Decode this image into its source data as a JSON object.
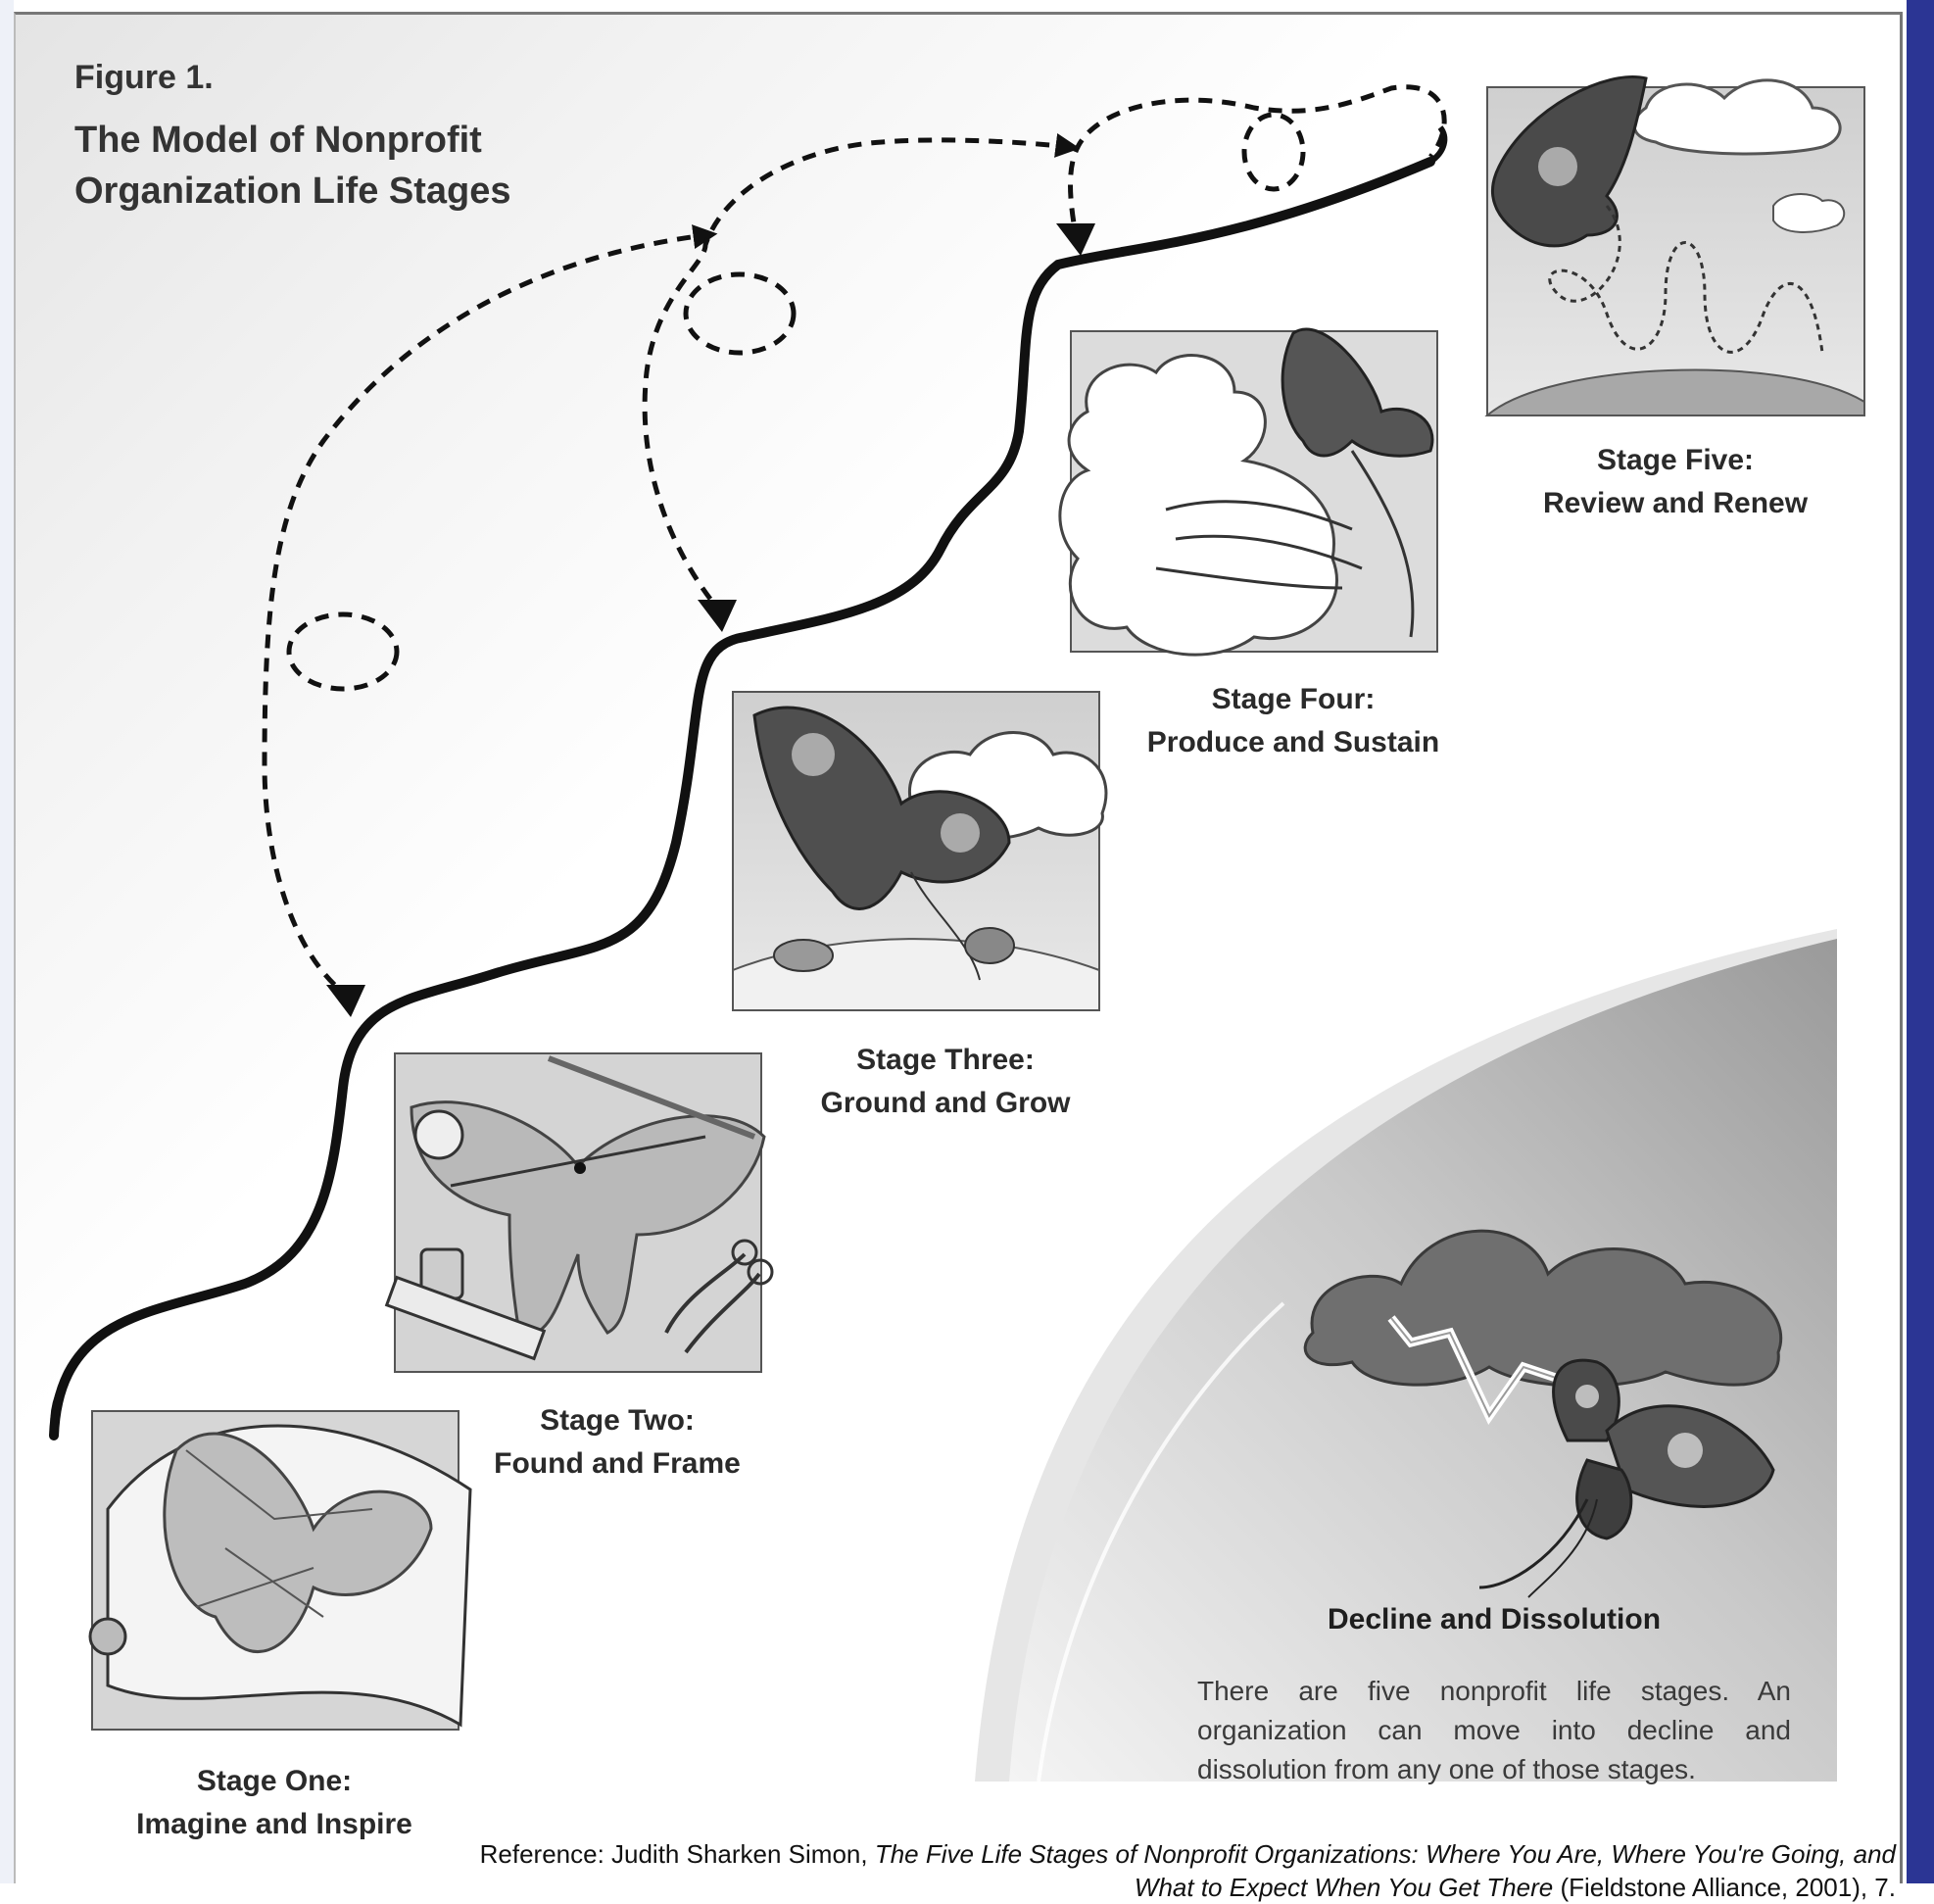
{
  "figure": {
    "label": "Figure 1.",
    "title": "The Model of Nonprofit Organization Life Stages"
  },
  "stages": [
    {
      "line1": "Stage One:",
      "line2": "Imagine and Inspire"
    },
    {
      "line1": "Stage Two:",
      "line2": "Found and Frame"
    },
    {
      "line1": "Stage Three:",
      "line2": "Ground and Grow"
    },
    {
      "line1": "Stage Four:",
      "line2": "Produce and Sustain"
    },
    {
      "line1": "Stage Five:",
      "line2": "Review and Renew"
    }
  ],
  "decline": {
    "title": "Decline and Dissolution",
    "text": "There are five nonprofit life stages. An organization can move into decline and dissolution from any one of those stages."
  },
  "reference": {
    "prefix": "Reference: Judith Sharken Simon, ",
    "book_title": "The Five Life Stages of Nonprofit Organizations: Where You Are, Where You're Going, and What to Expect When You Get There",
    "suffix": " (Fieldstone Alliance, 2001), 7."
  }
}
